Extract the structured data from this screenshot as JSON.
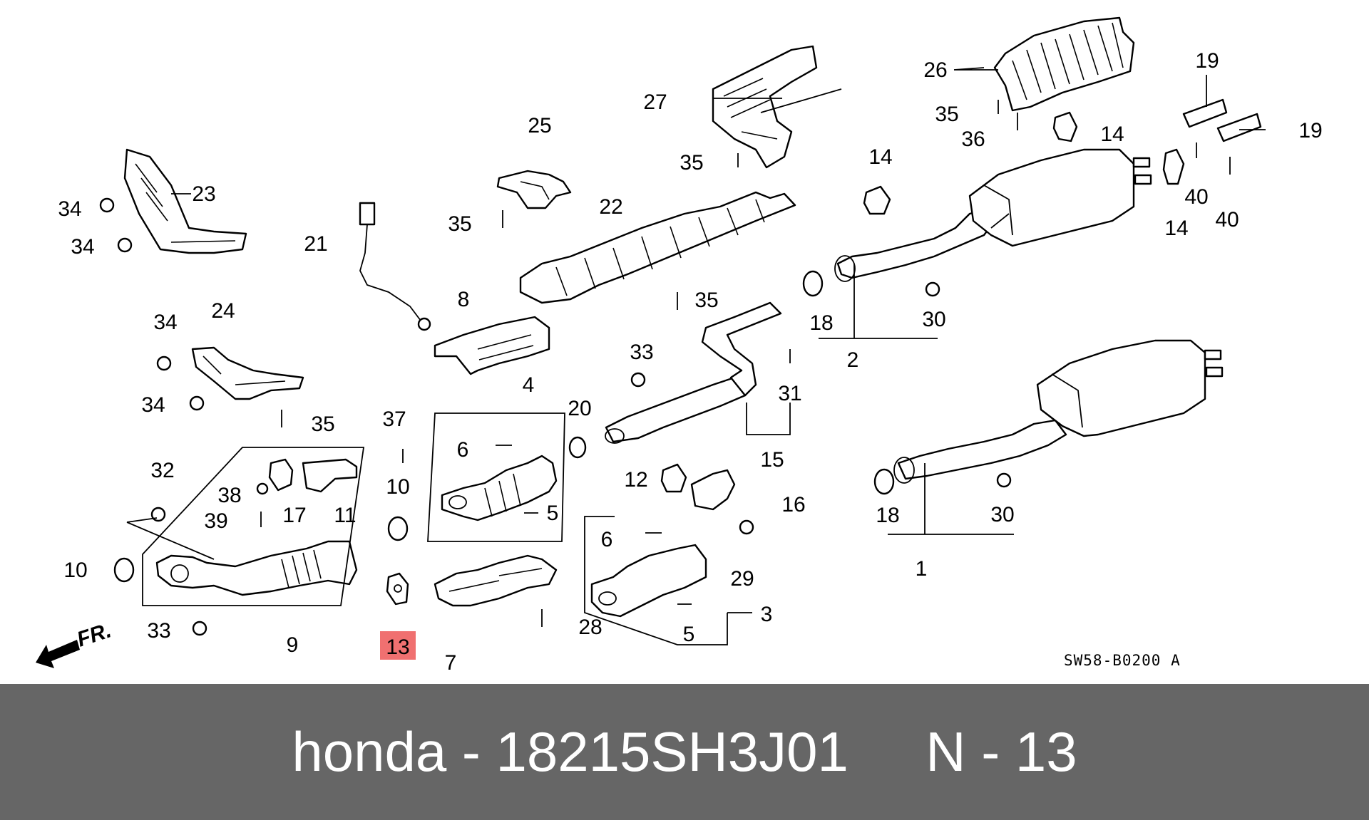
{
  "diagram": {
    "direction_label": "FR.",
    "drawing_code": "SW58-B0200 A",
    "callouts": [
      "1",
      "2",
      "3",
      "4",
      "5",
      "5",
      "6",
      "6",
      "7",
      "8",
      "9",
      "10",
      "10",
      "11",
      "12",
      "13",
      "14",
      "14",
      "14",
      "15",
      "16",
      "17",
      "18",
      "18",
      "19",
      "19",
      "20",
      "21",
      "22",
      "23",
      "24",
      "25",
      "26",
      "27",
      "28",
      "29",
      "30",
      "30",
      "31",
      "32",
      "33",
      "33",
      "34",
      "34",
      "34",
      "34",
      "35",
      "35",
      "35",
      "35",
      "35",
      "36",
      "37",
      "38",
      "39",
      "40",
      "40"
    ],
    "highlighted_callout": "13",
    "highlight_color": "#f07070"
  },
  "footer": {
    "title": "honda - 18215SH3J01     N - 13",
    "background": "#666666",
    "text_color": "#ffffff"
  }
}
